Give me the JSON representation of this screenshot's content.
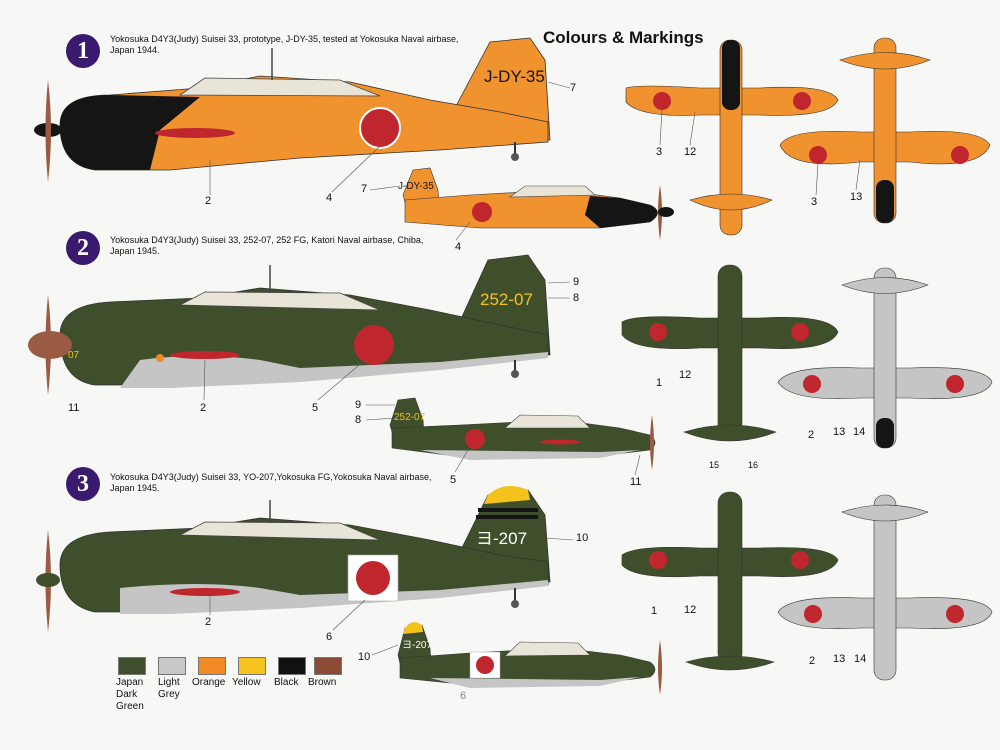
{
  "header": {
    "title": "Colours & Markings"
  },
  "variants": [
    {
      "badge": "1",
      "description": "Yokosuka D4Y3(Judy) Suisei 33, prototype, J-DY-35, tested at Yokosuka Naval airbase,\nJapan 1944.",
      "code": "J-DY-35"
    },
    {
      "badge": "2",
      "description": "Yokosuka D4Y3(Judy) Suisei 33, 252-07, 252 FG, Katori Naval airbase, Chiba,\nJapan 1945.",
      "code": "252-07",
      "nose_code": "07"
    },
    {
      "badge": "3",
      "description": "Yokosuka D4Y3(Judy) Suisei 33, YO-207,Yokosuka FG,Yokosuka Naval airbase,\nJapan 1945.",
      "code": "ヨ-207"
    }
  ],
  "callouts": {
    "v1": [
      "2",
      "4",
      "7",
      "7",
      "4",
      "3",
      "12",
      "3",
      "13"
    ],
    "v2": [
      "9",
      "8",
      "11",
      "2",
      "5",
      "9",
      "8",
      "5",
      "11",
      "1",
      "12",
      "15",
      "16",
      "2",
      "13",
      "14"
    ],
    "v3": [
      "10",
      "2",
      "6",
      "10",
      "6",
      "1",
      "12",
      "2",
      "13",
      "14"
    ]
  },
  "legend": [
    {
      "label": "Japan\nDark\nGreen",
      "color": "#3f4f2b"
    },
    {
      "label": "Light\nGrey",
      "color": "#c8c8c8"
    },
    {
      "label": "Orange",
      "color": "#f08a25"
    },
    {
      "label": "Yellow",
      "color": "#f6c320"
    },
    {
      "label": "Black",
      "color": "#111111"
    },
    {
      "label": "Brown",
      "color": "#8b4a36"
    }
  ],
  "colors": {
    "orange": "#f0922e",
    "green": "#3f4f2b",
    "grey": "#c5c5c5",
    "black": "#151515",
    "hinomaru": "#c0262d",
    "brown": "#9a5a44",
    "yellow": "#f3c21b"
  }
}
